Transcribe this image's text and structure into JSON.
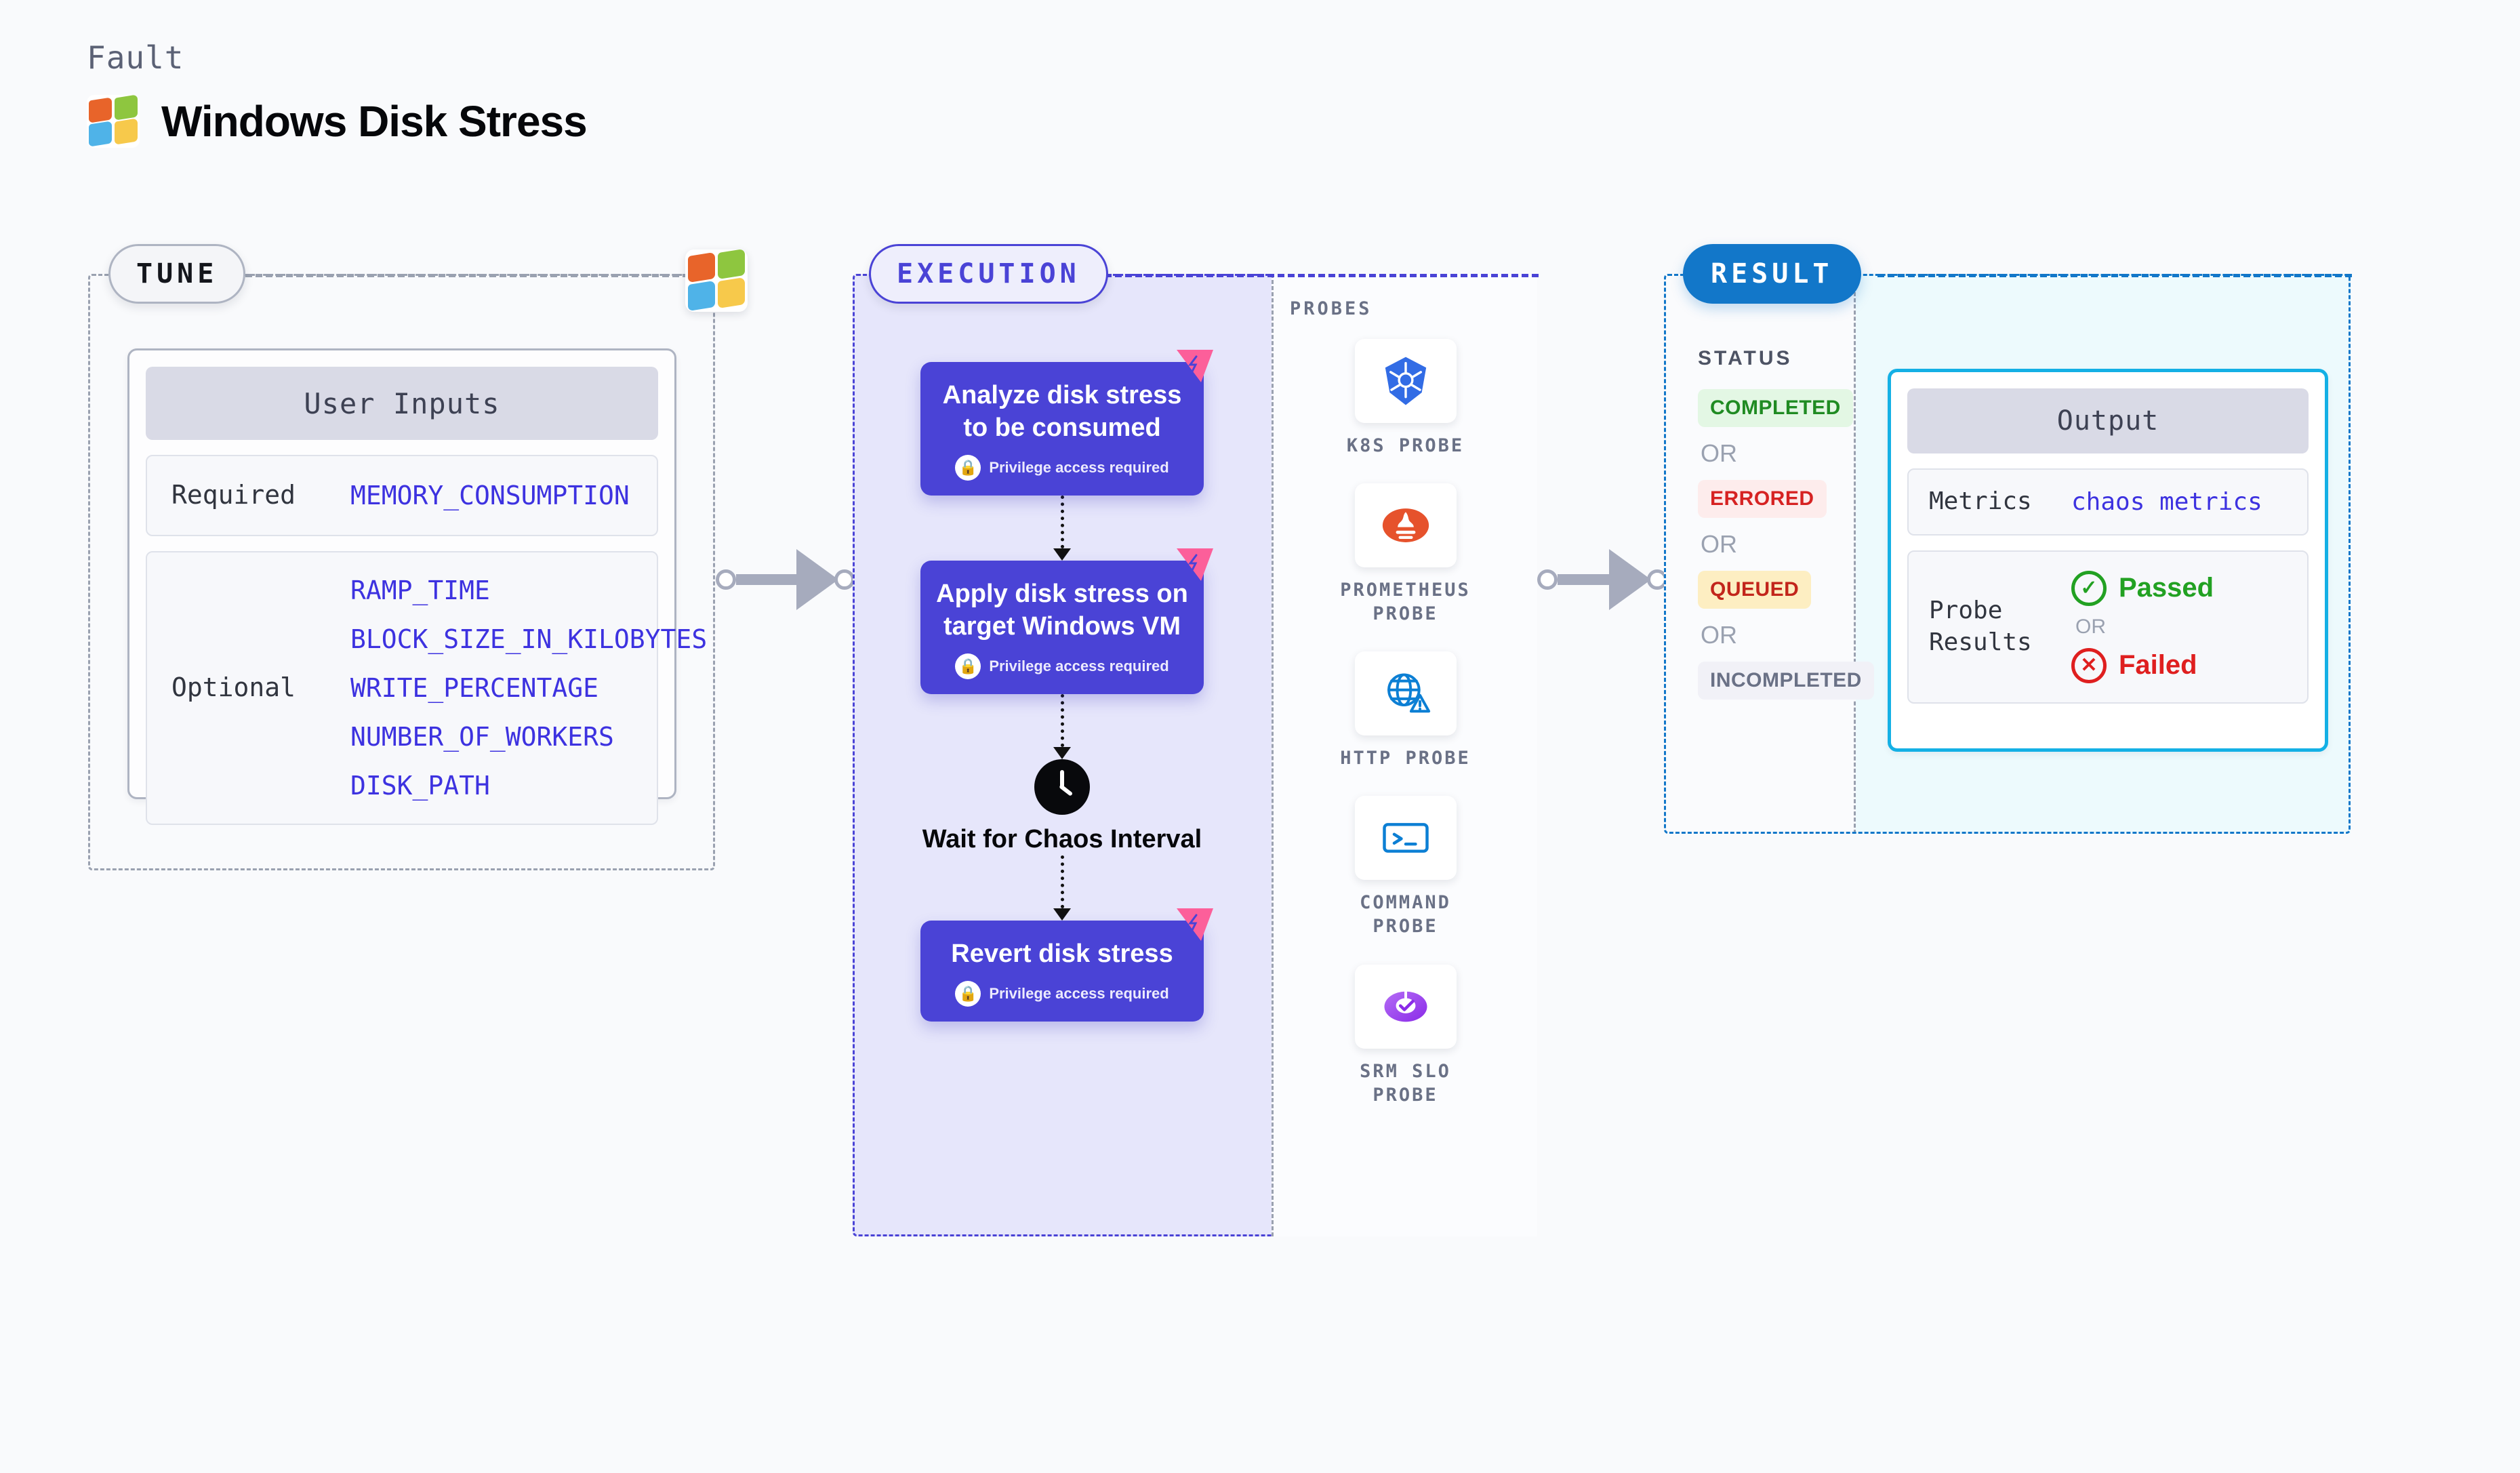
{
  "header": {
    "kicker": "Fault",
    "title": "Windows Disk Stress",
    "logo_icon": "windows-logo-icon"
  },
  "tune": {
    "pill_label": "TUNE",
    "logo_icon": "windows-logo-icon",
    "card_title": "User Inputs",
    "rows": [
      {
        "key": "Required",
        "values": [
          "MEMORY_CONSUMPTION"
        ]
      },
      {
        "key": "Optional",
        "values": [
          "RAMP_TIME",
          "BLOCK_SIZE_IN_KILOBYTES",
          "WRITE_PERCENTAGE",
          "NUMBER_OF_WORKERS",
          "DISK_PATH"
        ]
      }
    ]
  },
  "execution": {
    "pill_label": "EXECUTION",
    "privilege_note": "Privilege access required",
    "steps": [
      {
        "title": "Analyze disk stress to be consumed",
        "privileged": true
      },
      {
        "title": "Apply disk stress on target Windows VM",
        "privileged": true
      },
      {
        "title": "Revert disk stress",
        "privileged": true
      }
    ],
    "wait_node": {
      "label": "Wait for Chaos Interval",
      "icon": "clock-icon"
    },
    "probes_label": "PROBES",
    "probes": [
      {
        "name": "K8S PROBE",
        "icon": "kubernetes-icon"
      },
      {
        "name": "PROMETHEUS PROBE",
        "icon": "prometheus-icon"
      },
      {
        "name": "HTTP PROBE",
        "icon": "globe-warning-icon"
      },
      {
        "name": "COMMAND PROBE",
        "icon": "terminal-icon"
      },
      {
        "name": "SRM SLO PROBE",
        "icon": "srm-slo-icon"
      }
    ]
  },
  "result": {
    "pill_label": "RESULT",
    "status_label": "STATUS",
    "or_label": "OR",
    "statuses": [
      {
        "label": "COMPLETED",
        "bg": "#e3f7e4",
        "fg": "#1f8b22"
      },
      {
        "label": "ERRORED",
        "bg": "#fdecec",
        "fg": "#d62222"
      },
      {
        "label": "QUEUED",
        "bg": "#fdeec2",
        "fg": "#c2251b"
      },
      {
        "label": "INCOMPLETED",
        "bg": "#f1f1f7",
        "fg": "#6a7186"
      }
    ],
    "output": {
      "card_title": "Output",
      "metrics_key": "Metrics",
      "metrics_value": "chaos metrics",
      "probe_results_key": "Probe Results",
      "passed_label": "Passed",
      "failed_label": "Failed",
      "or_label": "OR",
      "passed_color": "#22a122",
      "failed_color": "#df1f1f"
    }
  },
  "colors": {
    "accent_purple": "#4a43d6",
    "accent_blue": "#1277c9",
    "badge_pink": "#fc5f9a",
    "page_bg": "#f9fafc"
  }
}
